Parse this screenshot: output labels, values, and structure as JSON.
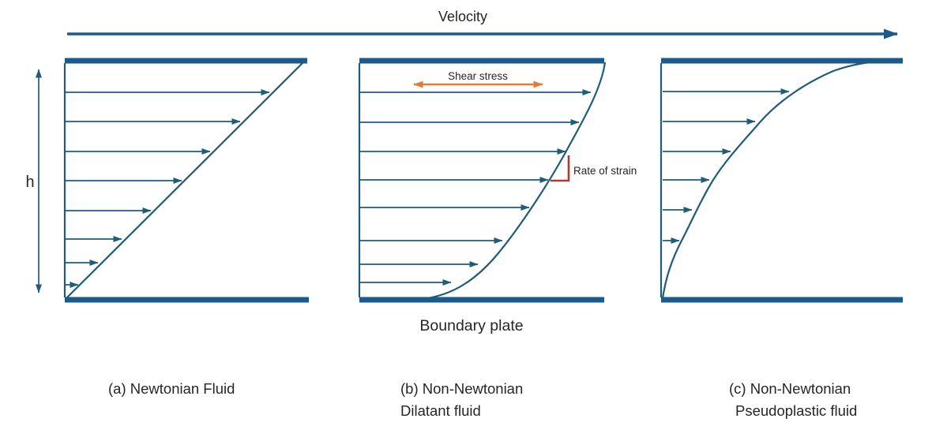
{
  "colors": {
    "blue": "#1B5A8F",
    "teal": "#205C78",
    "orange": "#E07E39",
    "red": "#B13A30",
    "text": "#262626",
    "bg": "#FFFFFF"
  },
  "labels": {
    "velocity": "Velocity",
    "height": "h",
    "shear_stress": "Shear stress",
    "rate_of_strain": "Rate of strain",
    "boundary_plate": "Boundary plate"
  },
  "captions": {
    "panel_a": "(a) Newtonian Fluid",
    "panel_b_line1": "(b) Non-Newtonian",
    "panel_b_line2": "Dilatant fluid",
    "panel_c_line1": "(c) Non-Newtonian",
    "panel_c_line2": "Pseudoplastic fluid"
  }
}
